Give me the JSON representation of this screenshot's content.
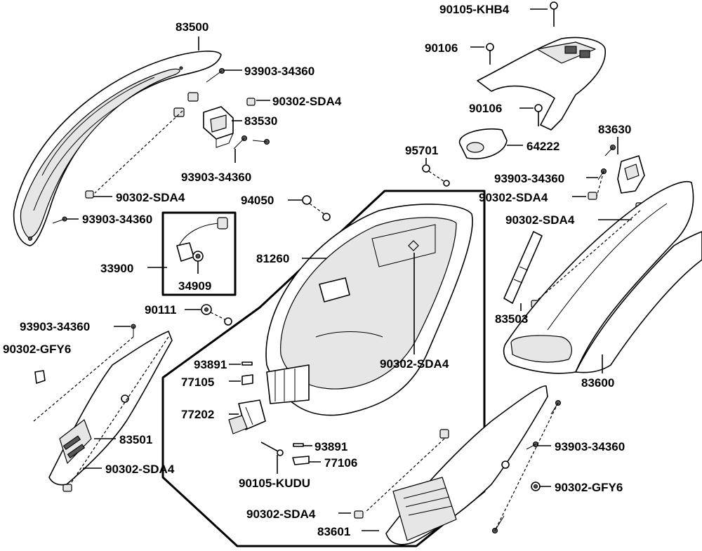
{
  "diagram": {
    "type": "exploded-parts-diagram",
    "labels": {
      "body_cover_rear_left": "83500",
      "screw_a": "93903-34360",
      "clip_a": "90302-SDA4",
      "bracket": "83530",
      "screw_b": "93903-34360",
      "clip_b": "90302-SDA4",
      "screw_c": "93903-34360",
      "harness": "33900",
      "bulb": "34909",
      "nut": "94050",
      "luggage_box": "81260",
      "bolt_90111": "90111",
      "screw_d": "93903-34360",
      "grommet_left": "90302-GFY6",
      "side_cover_left": "83501",
      "clip_c": "90302-SDA4",
      "pin_93891_top": "93891",
      "damper_77105": "77105",
      "hinge": "77202",
      "pin_93891_bottom": "93891",
      "clip_77106": "77106",
      "bolt_kudu": "90105-KUDU",
      "bolt_khb4": "90105-KHB4",
      "bolt_90106_top": "90106",
      "carrier_bolt_90106": "90106",
      "carrier_holder": "64222",
      "bolt_95701": "95701",
      "bracket_right": "83630",
      "screw_e": "93903-34360",
      "clip_d": "90302-SDA4",
      "clip_e": "90302-SDA4",
      "strip": "83503",
      "box_clip": "90302-SDA4",
      "body_cover_rear_right": "83600",
      "screw_f": "93903-34360",
      "grommet_right": "90302-GFY6",
      "clip_f": "90302-SDA4",
      "side_cover_right": "83601"
    }
  }
}
